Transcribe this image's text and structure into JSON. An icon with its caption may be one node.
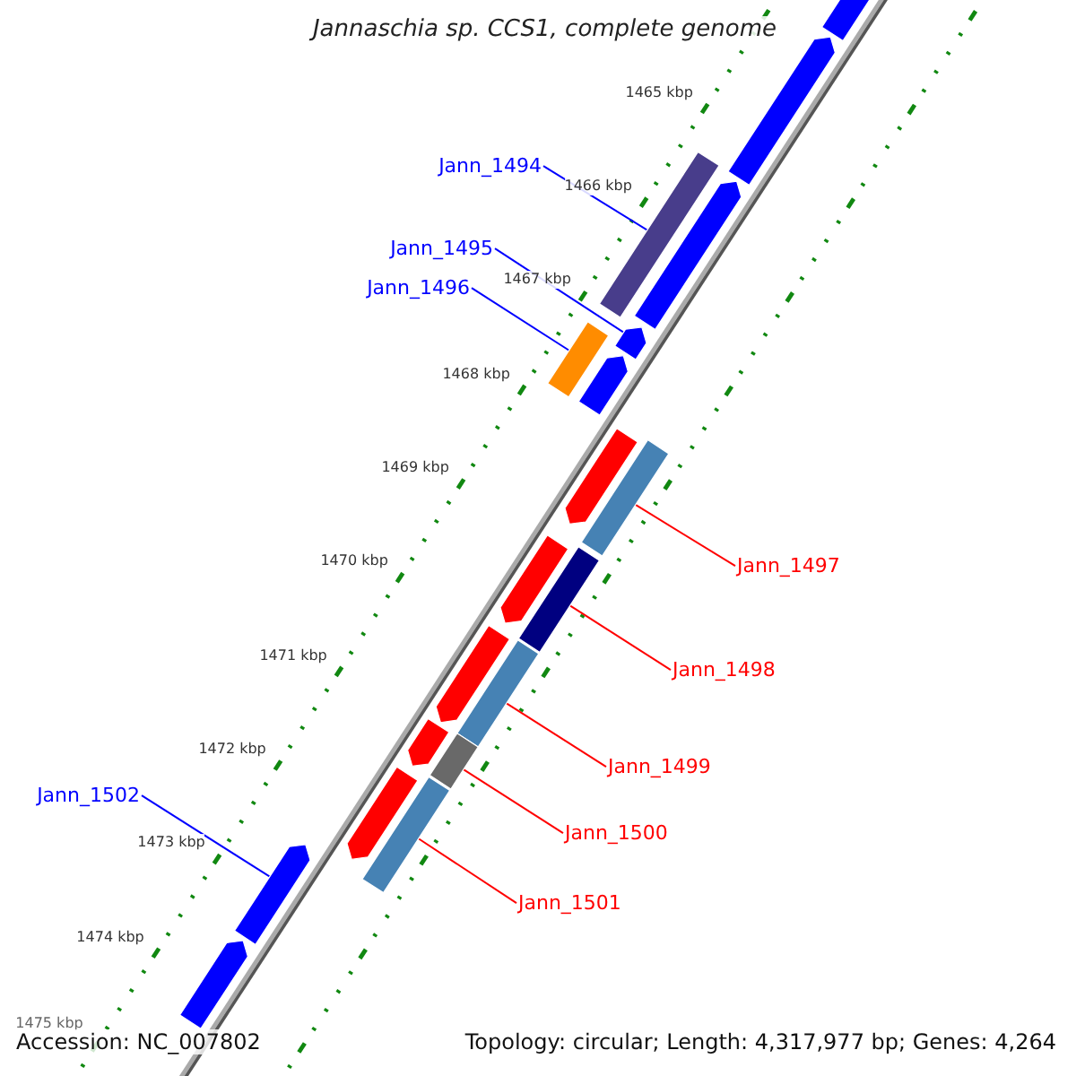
{
  "diagram": {
    "title": "Jannaschia sp. CCS1, complete genome",
    "nodes": [
      {
        "text": [
          "Jann_1494"
        ]
      },
      {
        "text": [],
        "shape": "bar"
      },
      {
        "text": [
          "Jann_1495"
        ]
      },
      {
        "text": [],
        "shape": "arrow"
      },
      {
        "text": [
          "Jann_1496"
        ]
      },
      {
        "text": [],
        "shape": "bar"
      },
      {
        "text": [
          "Jann_1497"
        ]
      },
      {
        "text": [],
        "shape": "bar"
      },
      {
        "text": [
          "Jann_1498"
        ]
      },
      {
        "text": [],
        "shape": "bar"
      },
      {
        "text": [
          "Jann_1499"
        ]
      },
      {
        "text": [],
        "shape": "bar"
      },
      {
        "text": [
          "Jann_1500"
        ]
      },
      {
        "text": [],
        "shape": "bar"
      },
      {
        "text": [
          "Jann_1501"
        ]
      },
      {
        "text": [],
        "shape": "bar"
      },
      {
        "text": [
          "Jann_1502"
        ]
      },
      {
        "text": [],
        "shape": "arrow"
      },
      {
        "text": [],
        "shape": "arrow"
      },
      {
        "text": [],
        "shape": "arrow"
      },
      {
        "text": [],
        "shape": "arrow"
      },
      {
        "text": [],
        "shape": "arrow"
      },
      {
        "text": [],
        "shape": "arrow"
      },
      {
        "text": [],
        "shape": "arrow"
      },
      {
        "text": [],
        "shape": "arrow"
      },
      {
        "text": [],
        "shape": "arrow"
      },
      {
        "text": [],
        "shape": "arrow"
      },
      {
        "text": [],
        "shape": "arrow"
      }
    ],
    "edges": [
      {
        "from": 0,
        "to": 1,
        "arrow": "none",
        "color": "#0000ff"
      },
      {
        "from": 2,
        "to": 3,
        "arrow": "none",
        "color": "#0000ff"
      },
      {
        "from": 4,
        "to": 5,
        "arrow": "none",
        "color": "#0000ff"
      },
      {
        "from": 6,
        "to": 7,
        "arrow": "none"
      },
      {
        "from": 8,
        "to": 9,
        "arrow": "none"
      },
      {
        "from": 10,
        "to": 11,
        "arrow": "none"
      },
      {
        "from": 12,
        "to": 13,
        "arrow": "none"
      },
      {
        "from": 14,
        "to": 15,
        "arrow": "none"
      },
      {
        "from": 16,
        "to": 17,
        "arrow": "none",
        "color": "#0000ff"
      }
    ],
    "labels": [
      "1465 kbp",
      "1466 kbp",
      "1467 kbp",
      "1468 kbp",
      "1469 kbp",
      "1470 kbp",
      "1471 kbp",
      "1472 kbp",
      "1473 kbp",
      "1474 kbp",
      "1475 kbp",
      "Accession: NC_007802",
      "Topology: circular; Length: 4,317,977 bp; Genes: 4,264"
    ]
  }
}
